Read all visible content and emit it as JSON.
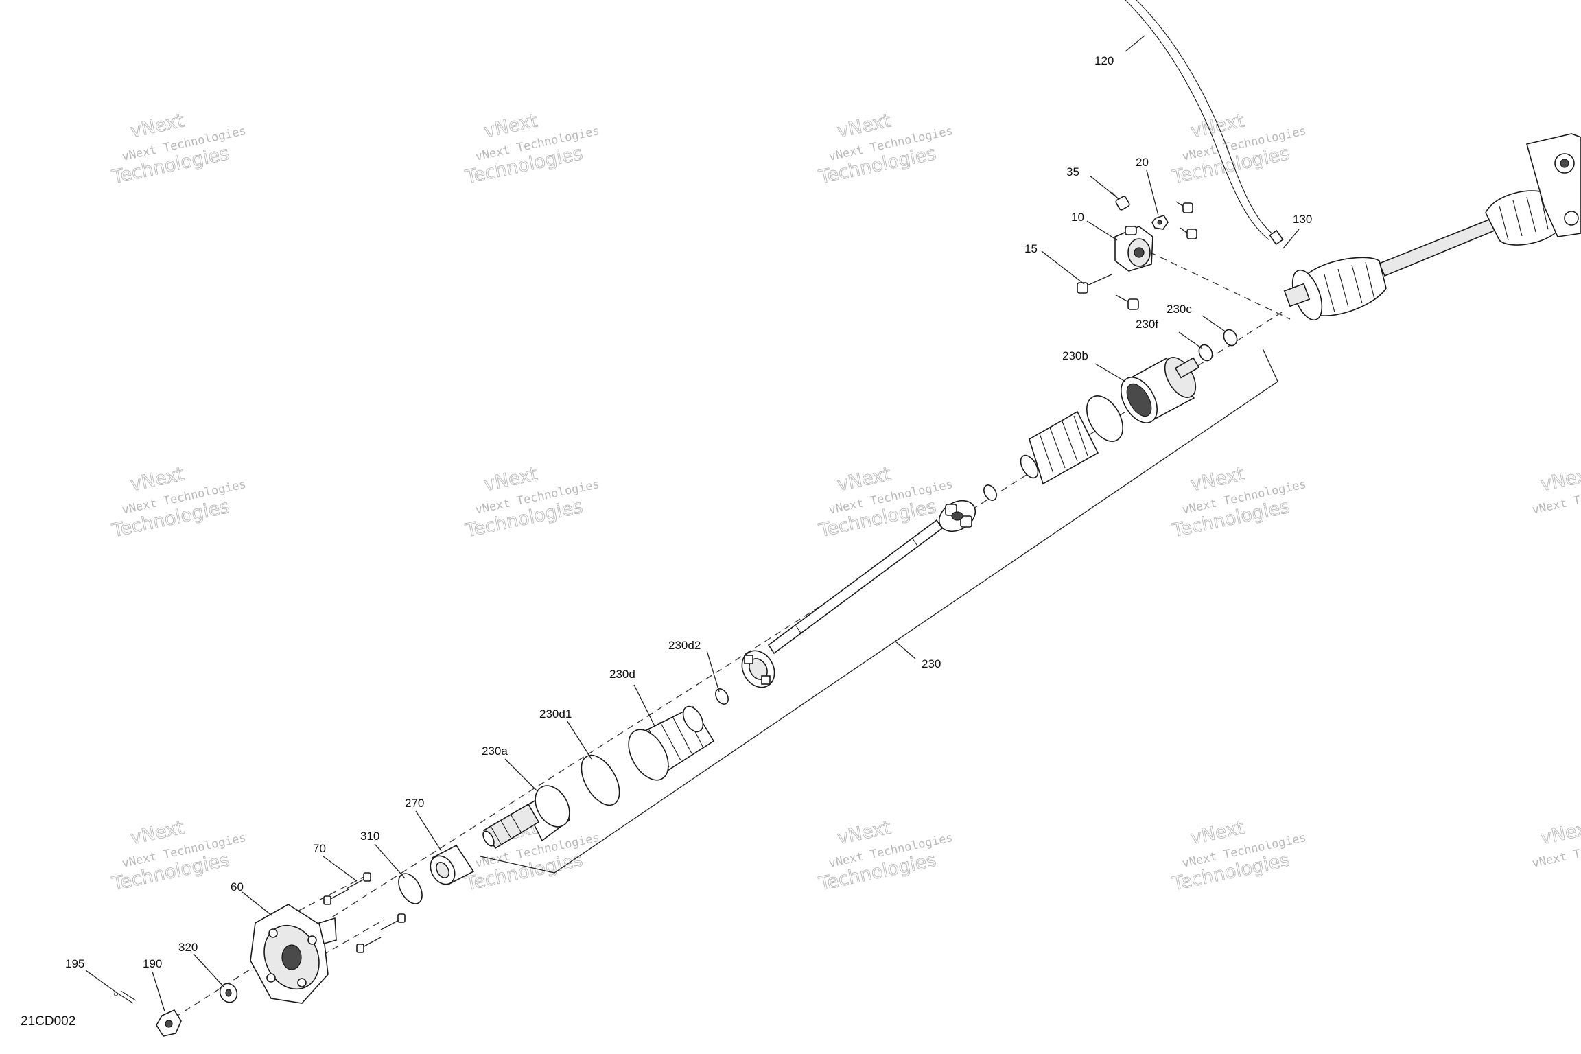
{
  "diagram_code": "21CD002",
  "watermark": {
    "line1": "vNext Technologies",
    "line2": "Technologies",
    "line3": "vNext"
  },
  "callouts": {
    "c120": "120",
    "c35": "35",
    "c20": "20",
    "c10": "10",
    "c130": "130",
    "c15": "15",
    "c230c": "230c",
    "c230f": "230f",
    "c230b": "230b",
    "c230": "230",
    "c230d2": "230d2",
    "c230d": "230d",
    "c230d1": "230d1",
    "c230a": "230a",
    "c270": "270",
    "c310": "310",
    "c70": "70",
    "c60": "60",
    "c320": "320",
    "c195": "195",
    "c190": "190"
  }
}
